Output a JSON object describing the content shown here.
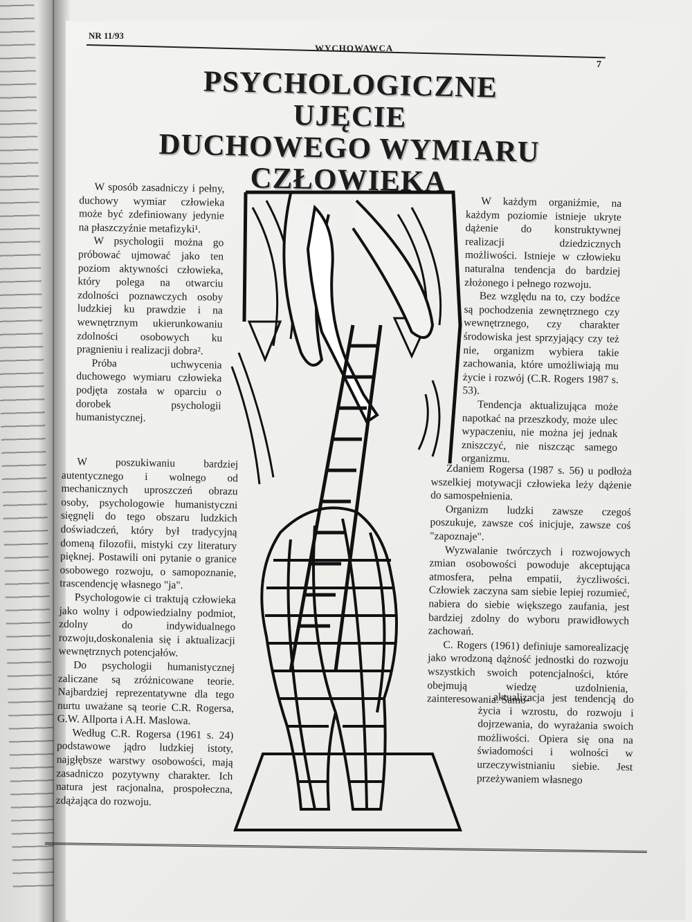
{
  "header": {
    "issue": "NR 11/93",
    "magazine": "WYCHOWAWCA",
    "page_number": "7"
  },
  "title_lines": [
    "PSYCHOLOGICZNE UJĘCIE",
    "DUCHOWEGO WYMIARU",
    "CZŁOWIEKA"
  ],
  "left_column_upper": [
    "W sposób zasadniczy i pełny, duchowy wymiar człowieka może być zdefiniowany jedynie na płaszczyźnie metafizyki¹.",
    "W psychologii można go próbować ujmować jako ten poziom aktywności człowieka, który polega na otwarciu zdolności poznawczych osoby ludzkiej ku prawdzie i na wewnętrznym ukierunkowaniu zdolności osobowych ku pragnieniu i realizacji dobra².",
    "Próba uchwycenia duchowego wymiaru człowieka podjęta została w oparciu o dorobek psychologii humanistycznej."
  ],
  "left_column_lower": [
    "W poszukiwaniu bardziej autentycznego i wolnego od mechanicznych uproszczeń obrazu osoby, psychologowie humanistyczni sięgnęli do tego obszaru ludzkich doświadczeń, który był tradycyjną domeną filozofii, mistyki czy literatury pięknej. Postawili oni pytanie o granice osobowego rozwoju, o samopoznanie, trascendencję własnego \"ja\".",
    "Psychologowie ci traktują człowieka jako wolny i odpowiedzialny podmiot, zdolny do indywidualnego rozwoju,doskonalenia się i aktualizacji wewnętrznych potencjałów.",
    "Do psychologii humanistycznej zaliczane są zróżnicowane teorie. Najbardziej reprezentatywne dla tego nurtu uważane są teorie C.R. Rogersa, G.W. Allporta i A.H. Maslowa.",
    "Według C.R. Rogersa (1961 s. 24) podstawowe jądro ludzkiej istoty, najgłębsze warstwy osobowości, mają zasadniczo pozytywny charakter. Ich natura jest racjonalna, prospołeczna, zdążająca do rozwoju."
  ],
  "right_column_upper": [
    "W każdym organiźmie, na każdym poziomie istnieje ukryte dążenie do konstruktywnej realizacji dziedzicznych możliwości. Istnieje w człowieku naturalna tendencja do bardziej złożonego i pełnego rozwoju.",
    "Bez względu na to, czy bodźce są pochodzenia zewnętrznego czy wewnętrznego, czy charakter środowiska jest sprzyjający czy też nie, organizm wybiera takie zachowania, które umożliwiają mu życie i rozwój (C.R. Rogers 1987 s. 53).",
    "Tendencja aktualizująca może napotkać na przeszkody, może ulec wypaczeniu, nie można jej jednak zniszczyć, nie niszcząc samego organizmu."
  ],
  "right_column_wide": [
    "Zdaniem Rogersa (1987 s. 56) u podłoża wszelkiej motywacji człowieka leży dążenie do samospełnienia.",
    "Organizm ludzki zawsze czegoś poszukuje, zawsze coś inicjuje, zawsze coś \"zapoznaje\".",
    "Wyzwalanie twórczych i rozwojowych zmian osobowości powoduje akceptująca atmosfera, pełna empatii, życzliwości. Człowiek zaczyna sam siebie lepiej rozumieć, nabiera do siebie większego zaufania, jest bardziej zdolny do wyboru prawidłowych zachowań.",
    "C. Rogers (1961) definiuje samorealizację jako wrodzoną dążność jednostki do rozwoju wszystkich swoich potencjalności, które obejmują wiedzę uzdolnienia, zainteresowania. Samo-"
  ],
  "right_column_lower": [
    "aktualizacja jest tendencją do życia i wzrostu, do rozwoju i dojrzewania, do wyrażania swoich możliwości. Opiera się ona na świadomości i wolności w urzeczywistnianiu siebie. Jest przeżywaniem własnego"
  ],
  "colors": {
    "ink": "#1c1c1c",
    "paper": "#efefec"
  }
}
